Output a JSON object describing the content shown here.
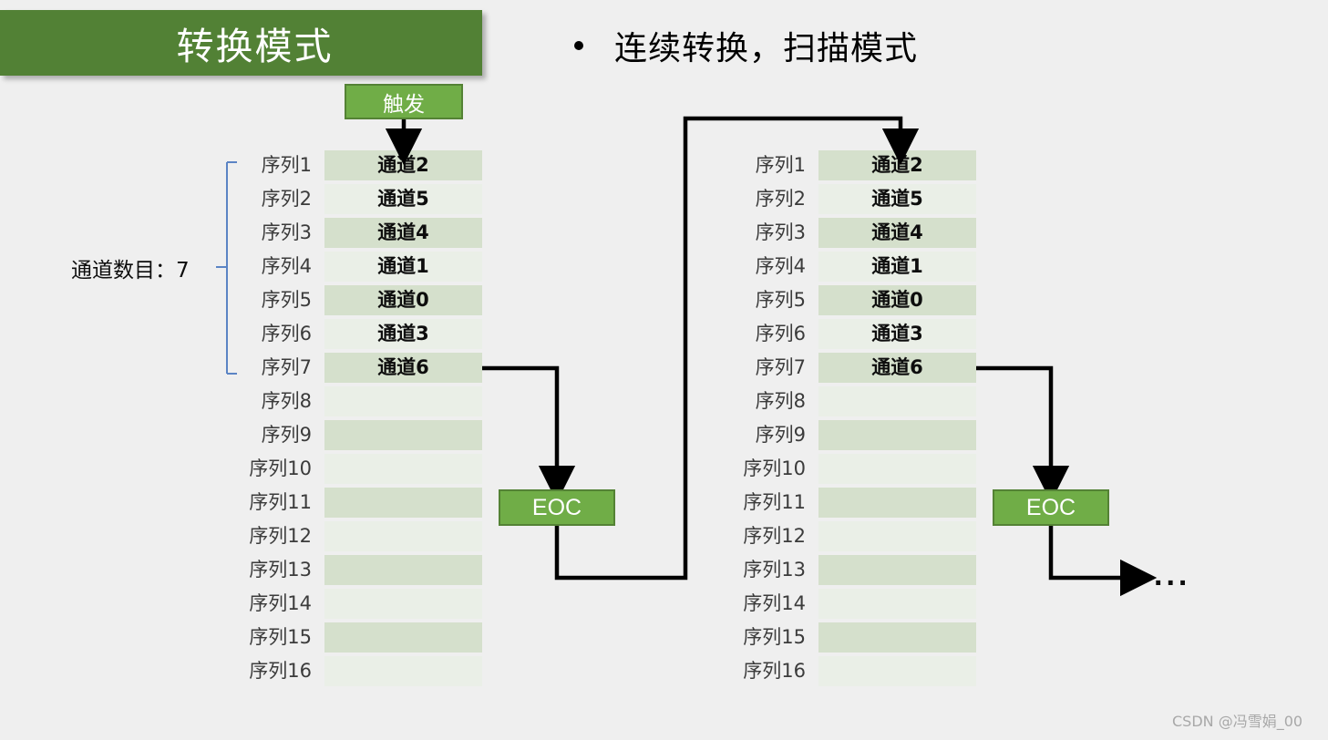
{
  "slide": {
    "background_color": "#efefef",
    "title": "转换模式",
    "title_bg_color": "#528135",
    "bullet": "连续转换，扫描模式",
    "watermark": "CSDN @冯雪娟_00",
    "ellipsis": "..."
  },
  "trigger": {
    "label": "触发",
    "bg_color": "#70ad47",
    "border_color": "#548235"
  },
  "annotation": {
    "channel_count_label": "通道数目：7",
    "brace_color": "#5b84c4",
    "brace_spans_rows": 7
  },
  "eoc": {
    "left_label": "EOC",
    "right_label": "EOC",
    "bg_color": "#70ad47",
    "border_color": "#548235"
  },
  "table_left": {
    "name": "第一次转换序列表",
    "shade_dark": "#d5e0cc",
    "shade_light": "#eaefe7",
    "rows": [
      {
        "label": "序列1",
        "value": "通道2"
      },
      {
        "label": "序列2",
        "value": "通道5"
      },
      {
        "label": "序列3",
        "value": "通道4"
      },
      {
        "label": "序列4",
        "value": "通道1"
      },
      {
        "label": "序列5",
        "value": "通道0"
      },
      {
        "label": "序列6",
        "value": "通道3"
      },
      {
        "label": "序列7",
        "value": "通道6"
      },
      {
        "label": "序列8",
        "value": ""
      },
      {
        "label": "序列9",
        "value": ""
      },
      {
        "label": "序列10",
        "value": ""
      },
      {
        "label": "序列11",
        "value": ""
      },
      {
        "label": "序列12",
        "value": ""
      },
      {
        "label": "序列13",
        "value": ""
      },
      {
        "label": "序列14",
        "value": ""
      },
      {
        "label": "序列15",
        "value": ""
      },
      {
        "label": "序列16",
        "value": ""
      }
    ]
  },
  "table_right": {
    "name": "第二次转换序列表",
    "shade_dark": "#d5e0cc",
    "shade_light": "#eaefe7",
    "rows": [
      {
        "label": "序列1",
        "value": "通道2"
      },
      {
        "label": "序列2",
        "value": "通道5"
      },
      {
        "label": "序列3",
        "value": "通道4"
      },
      {
        "label": "序列4",
        "value": "通道1"
      },
      {
        "label": "序列5",
        "value": "通道0"
      },
      {
        "label": "序列6",
        "value": "通道3"
      },
      {
        "label": "序列7",
        "value": "通道6"
      },
      {
        "label": "序列8",
        "value": ""
      },
      {
        "label": "序列9",
        "value": ""
      },
      {
        "label": "序列10",
        "value": ""
      },
      {
        "label": "序列11",
        "value": ""
      },
      {
        "label": "序列12",
        "value": ""
      },
      {
        "label": "序列13",
        "value": ""
      },
      {
        "label": "序列14",
        "value": ""
      },
      {
        "label": "序列15",
        "value": ""
      },
      {
        "label": "序列16",
        "value": ""
      }
    ]
  }
}
